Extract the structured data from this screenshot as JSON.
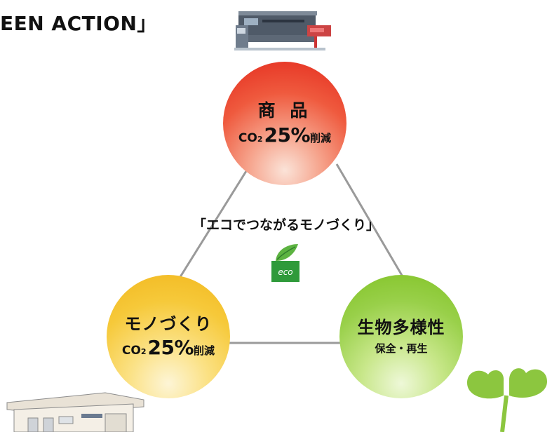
{
  "header": {
    "title": "EEN ACTION」"
  },
  "slogan": "「エコでつながるモノづくり」",
  "nodes": {
    "product": {
      "title": "商 品",
      "co": "CO",
      "sub2": "2",
      "percent": "25%",
      "reduction": "削減"
    },
    "manufacturing": {
      "title": "モノづくり",
      "co": "CO",
      "sub2": "2",
      "percent": "25%",
      "reduction": "削減"
    },
    "biodiversity": {
      "title": "生物多様性",
      "subtitle": "保全・再生"
    }
  },
  "eco_badge": {
    "label": "eco"
  },
  "colors": {
    "product": "#e42a1d",
    "manufacturing": "#f2b71e",
    "biodiversity": "#80c224",
    "connector": "#9a9a9a",
    "eco_green": "#2f9a3a"
  },
  "icons": [
    "machine-illustration",
    "factory-illustration",
    "sprout-icon",
    "eco-leaf-icon"
  ]
}
